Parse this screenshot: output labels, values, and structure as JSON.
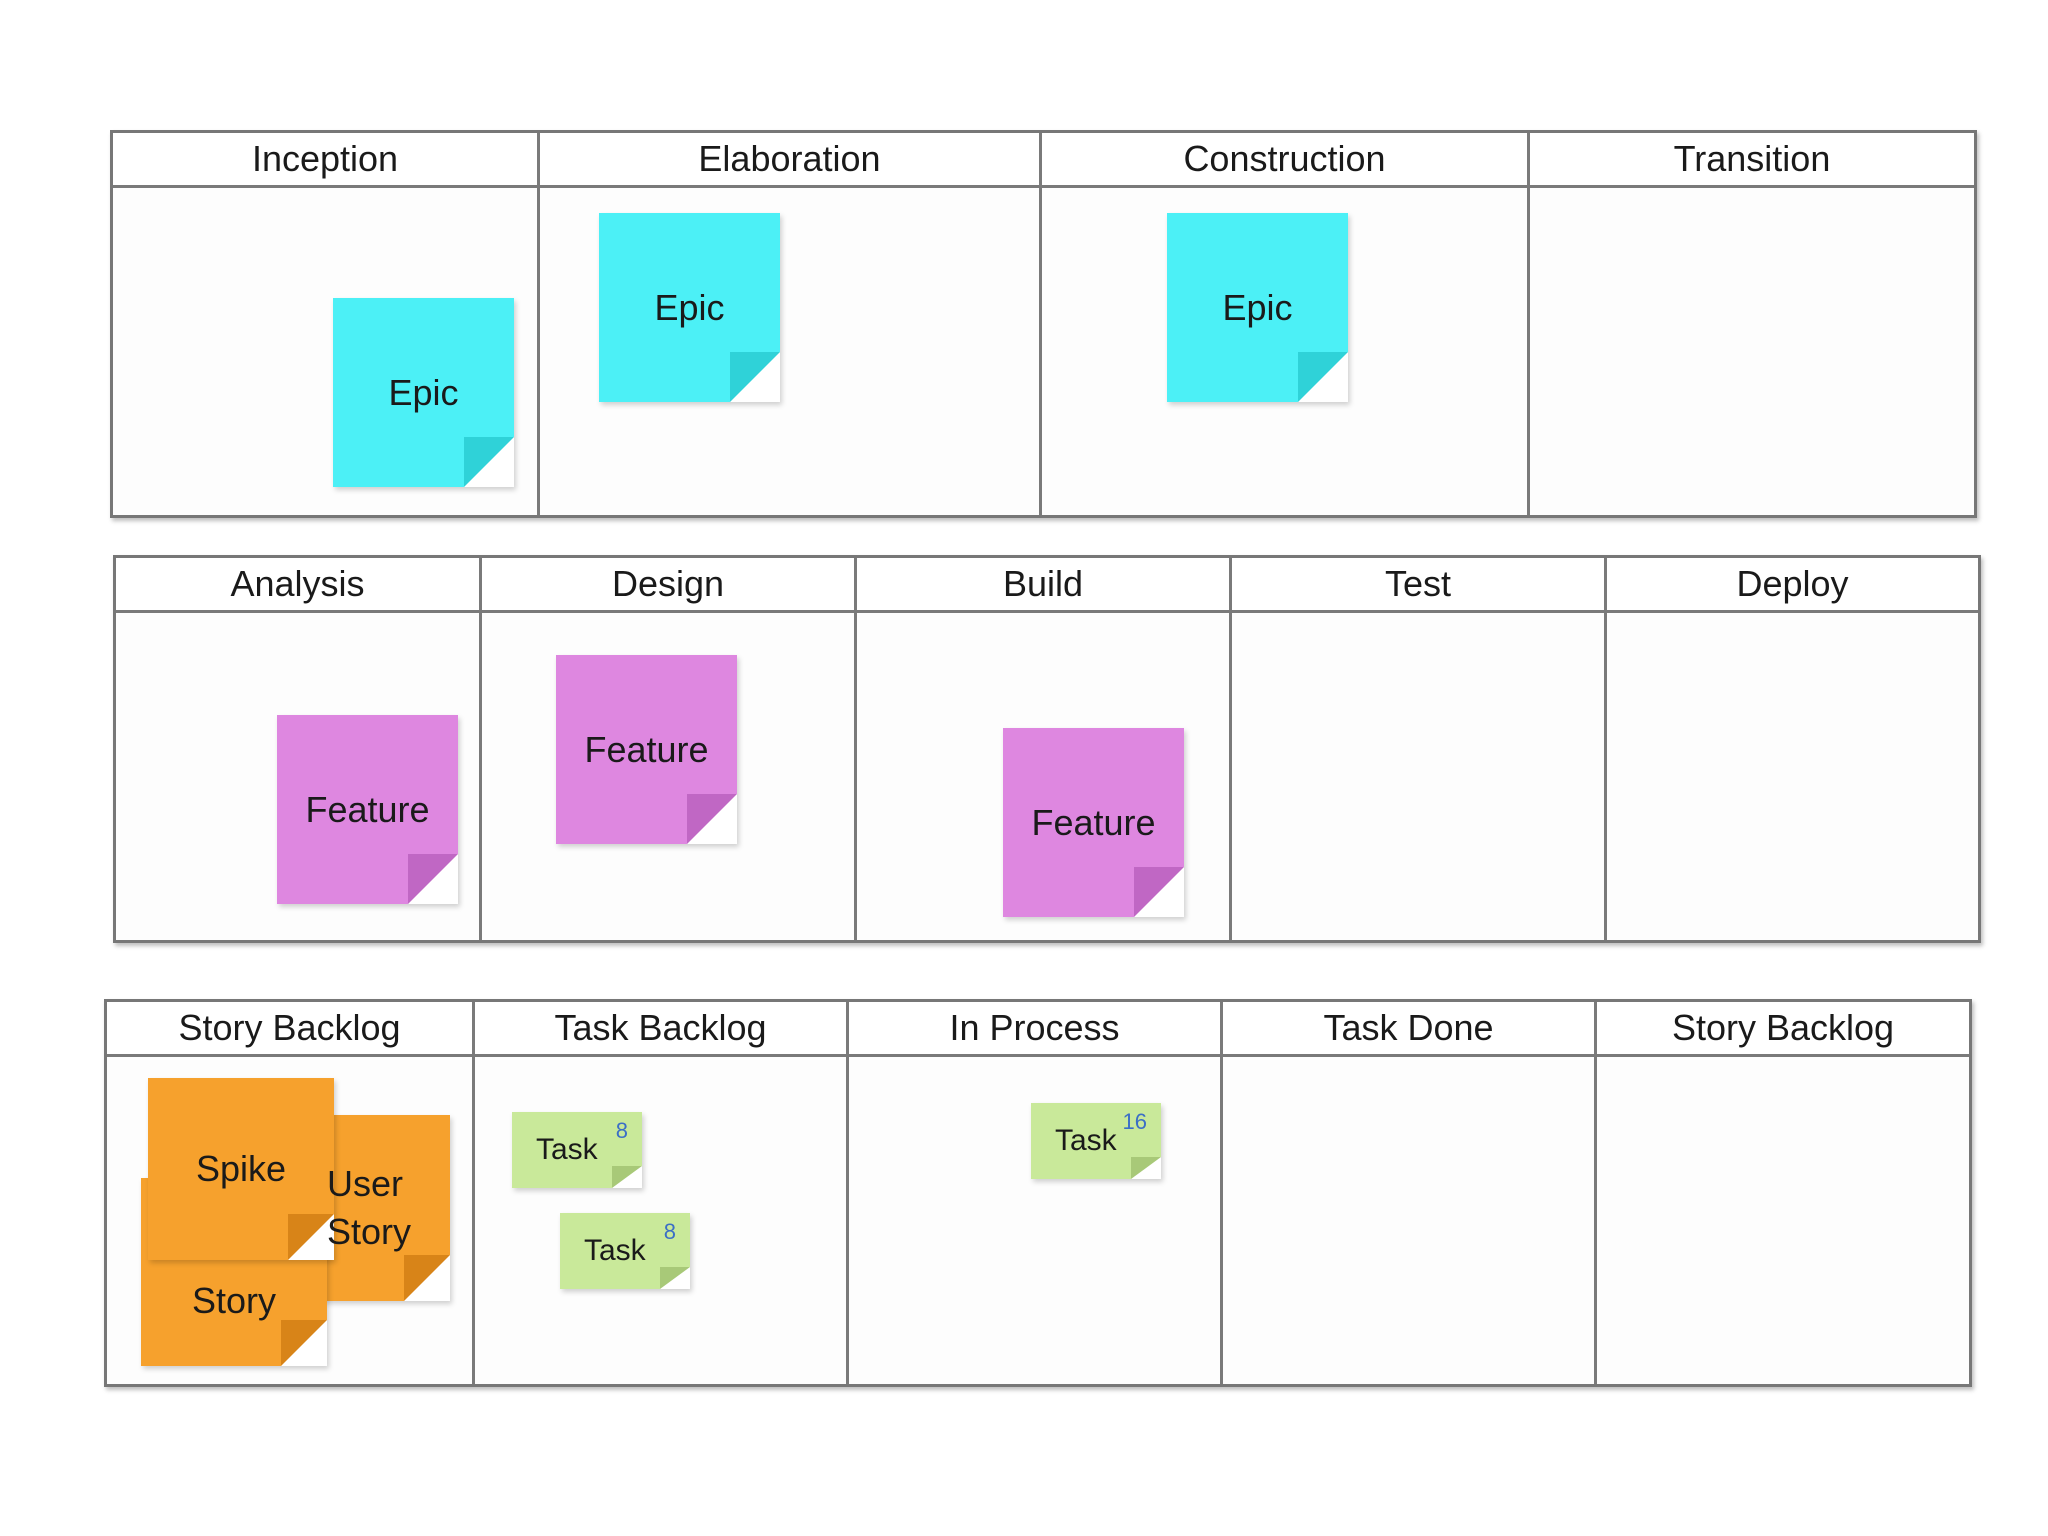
{
  "boards": [
    {
      "id": "phases",
      "columns": [
        "Inception",
        "Elaboration",
        "Construction",
        "Transition"
      ],
      "notes": [
        {
          "kind": "epic",
          "label": "Epic",
          "column": "Inception"
        },
        {
          "kind": "epic",
          "label": "Epic",
          "column": "Elaboration"
        },
        {
          "kind": "epic",
          "label": "Epic",
          "column": "Construction"
        }
      ]
    },
    {
      "id": "features",
      "columns": [
        "Analysis",
        "Design",
        "Build",
        "Test",
        "Deploy"
      ],
      "notes": [
        {
          "kind": "feature",
          "label": "Feature",
          "column": "Analysis"
        },
        {
          "kind": "feature",
          "label": "Feature",
          "column": "Design"
        },
        {
          "kind": "feature",
          "label": "Feature",
          "column": "Build"
        }
      ]
    },
    {
      "id": "stories",
      "columns": [
        "Story Backlog",
        "Task Backlog",
        "In Process",
        "Task Done",
        "Story Backlog"
      ],
      "notes": [
        {
          "kind": "story",
          "label": "User Story",
          "column": "Story Backlog"
        },
        {
          "kind": "story",
          "label": "Spike",
          "column": "Story Backlog"
        },
        {
          "kind": "story",
          "label": "Story",
          "column": "Story Backlog"
        },
        {
          "kind": "task",
          "label": "Task",
          "points": "8",
          "column": "Task Backlog"
        },
        {
          "kind": "task",
          "label": "Task",
          "points": "8",
          "column": "Task Backlog"
        },
        {
          "kind": "task",
          "label": "Task",
          "points": "16",
          "column": "In Process"
        }
      ]
    }
  ],
  "colors": {
    "epic": "#4cf0f6",
    "feature": "#de87e0",
    "story": "#f6a12d",
    "task": "#c9e99a",
    "points": "#3b6fc6",
    "border": "#777777"
  }
}
